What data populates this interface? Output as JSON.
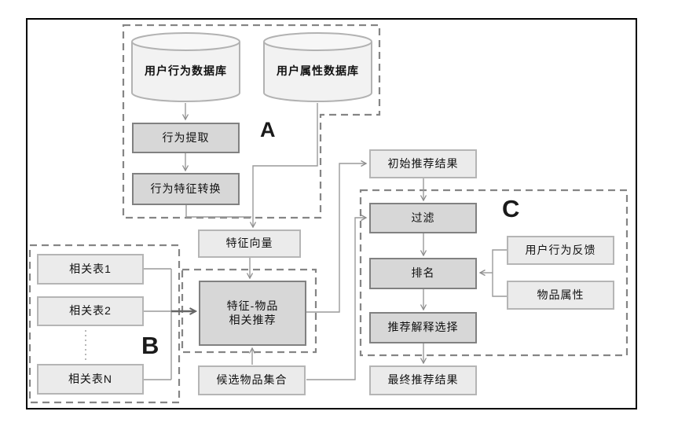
{
  "diagram": {
    "groups": {
      "a": {
        "label": "A"
      },
      "b": {
        "label": "B"
      },
      "c": {
        "label": "C"
      }
    },
    "databases": {
      "user_behavior_db": "用户行为数据库",
      "user_attribute_db": "用户属性数据库"
    },
    "nodes": {
      "behavior_extraction": "行为提取",
      "behavior_feature_transform": "行为特征转换",
      "feature_vector": "特征向量",
      "related_table_1": "相关表1",
      "related_table_2": "相关表2",
      "related_table_n": "相关表N",
      "feature_item_rec_line1": "特征-物品",
      "feature_item_rec_line2": "相关推荐",
      "candidate_item_set": "候选物品集合",
      "initial_rec_result": "初始推荐结果",
      "filter": "过滤",
      "ranking": "排名",
      "user_behavior_feedback": "用户行为反馈",
      "item_attributes": "物品属性",
      "explanation_selection": "推荐解释选择",
      "final_rec_result": "最终推荐结果"
    },
    "colors": {
      "box_light_fill": "#ebebeb",
      "box_light_border": "#b5b5b5",
      "box_dark_fill": "#d7d7d7",
      "box_dark_border": "#818181",
      "cylinder_fill": "#f2f2f2",
      "connector": "#9a9a9a",
      "dashed_group_border": "#858585",
      "frame_border": "#000000"
    }
  }
}
